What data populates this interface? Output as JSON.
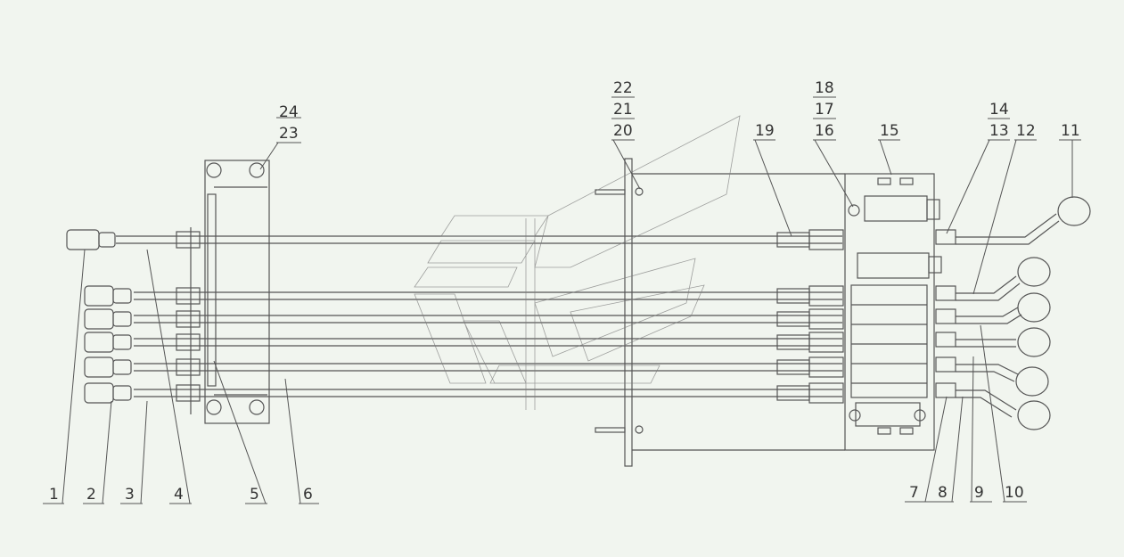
{
  "colors": {
    "background": "#f1f5ef",
    "line": "#555555",
    "text": "#333333",
    "watermark": "#7a7a7a"
  },
  "callouts": {
    "c1": "1",
    "c2": "2",
    "c3": "3",
    "c4": "4",
    "c5": "5",
    "c6": "6",
    "c7": "7",
    "c8": "8",
    "c9": "9",
    "c10": "10",
    "c11": "11",
    "c12": "12",
    "c13": "13",
    "c14": "14",
    "c15": "15",
    "c16": "16",
    "c17": "17",
    "c18": "18",
    "c19": "19",
    "c20": "20",
    "c21": "21",
    "c22": "22",
    "c23": "23",
    "c24": "24"
  },
  "icons": {
    "handle": "lever-knob-icon",
    "joint": "cable-joint-icon",
    "hole": "bolt-hole-icon",
    "watermark": "watermark-logo-icon"
  }
}
